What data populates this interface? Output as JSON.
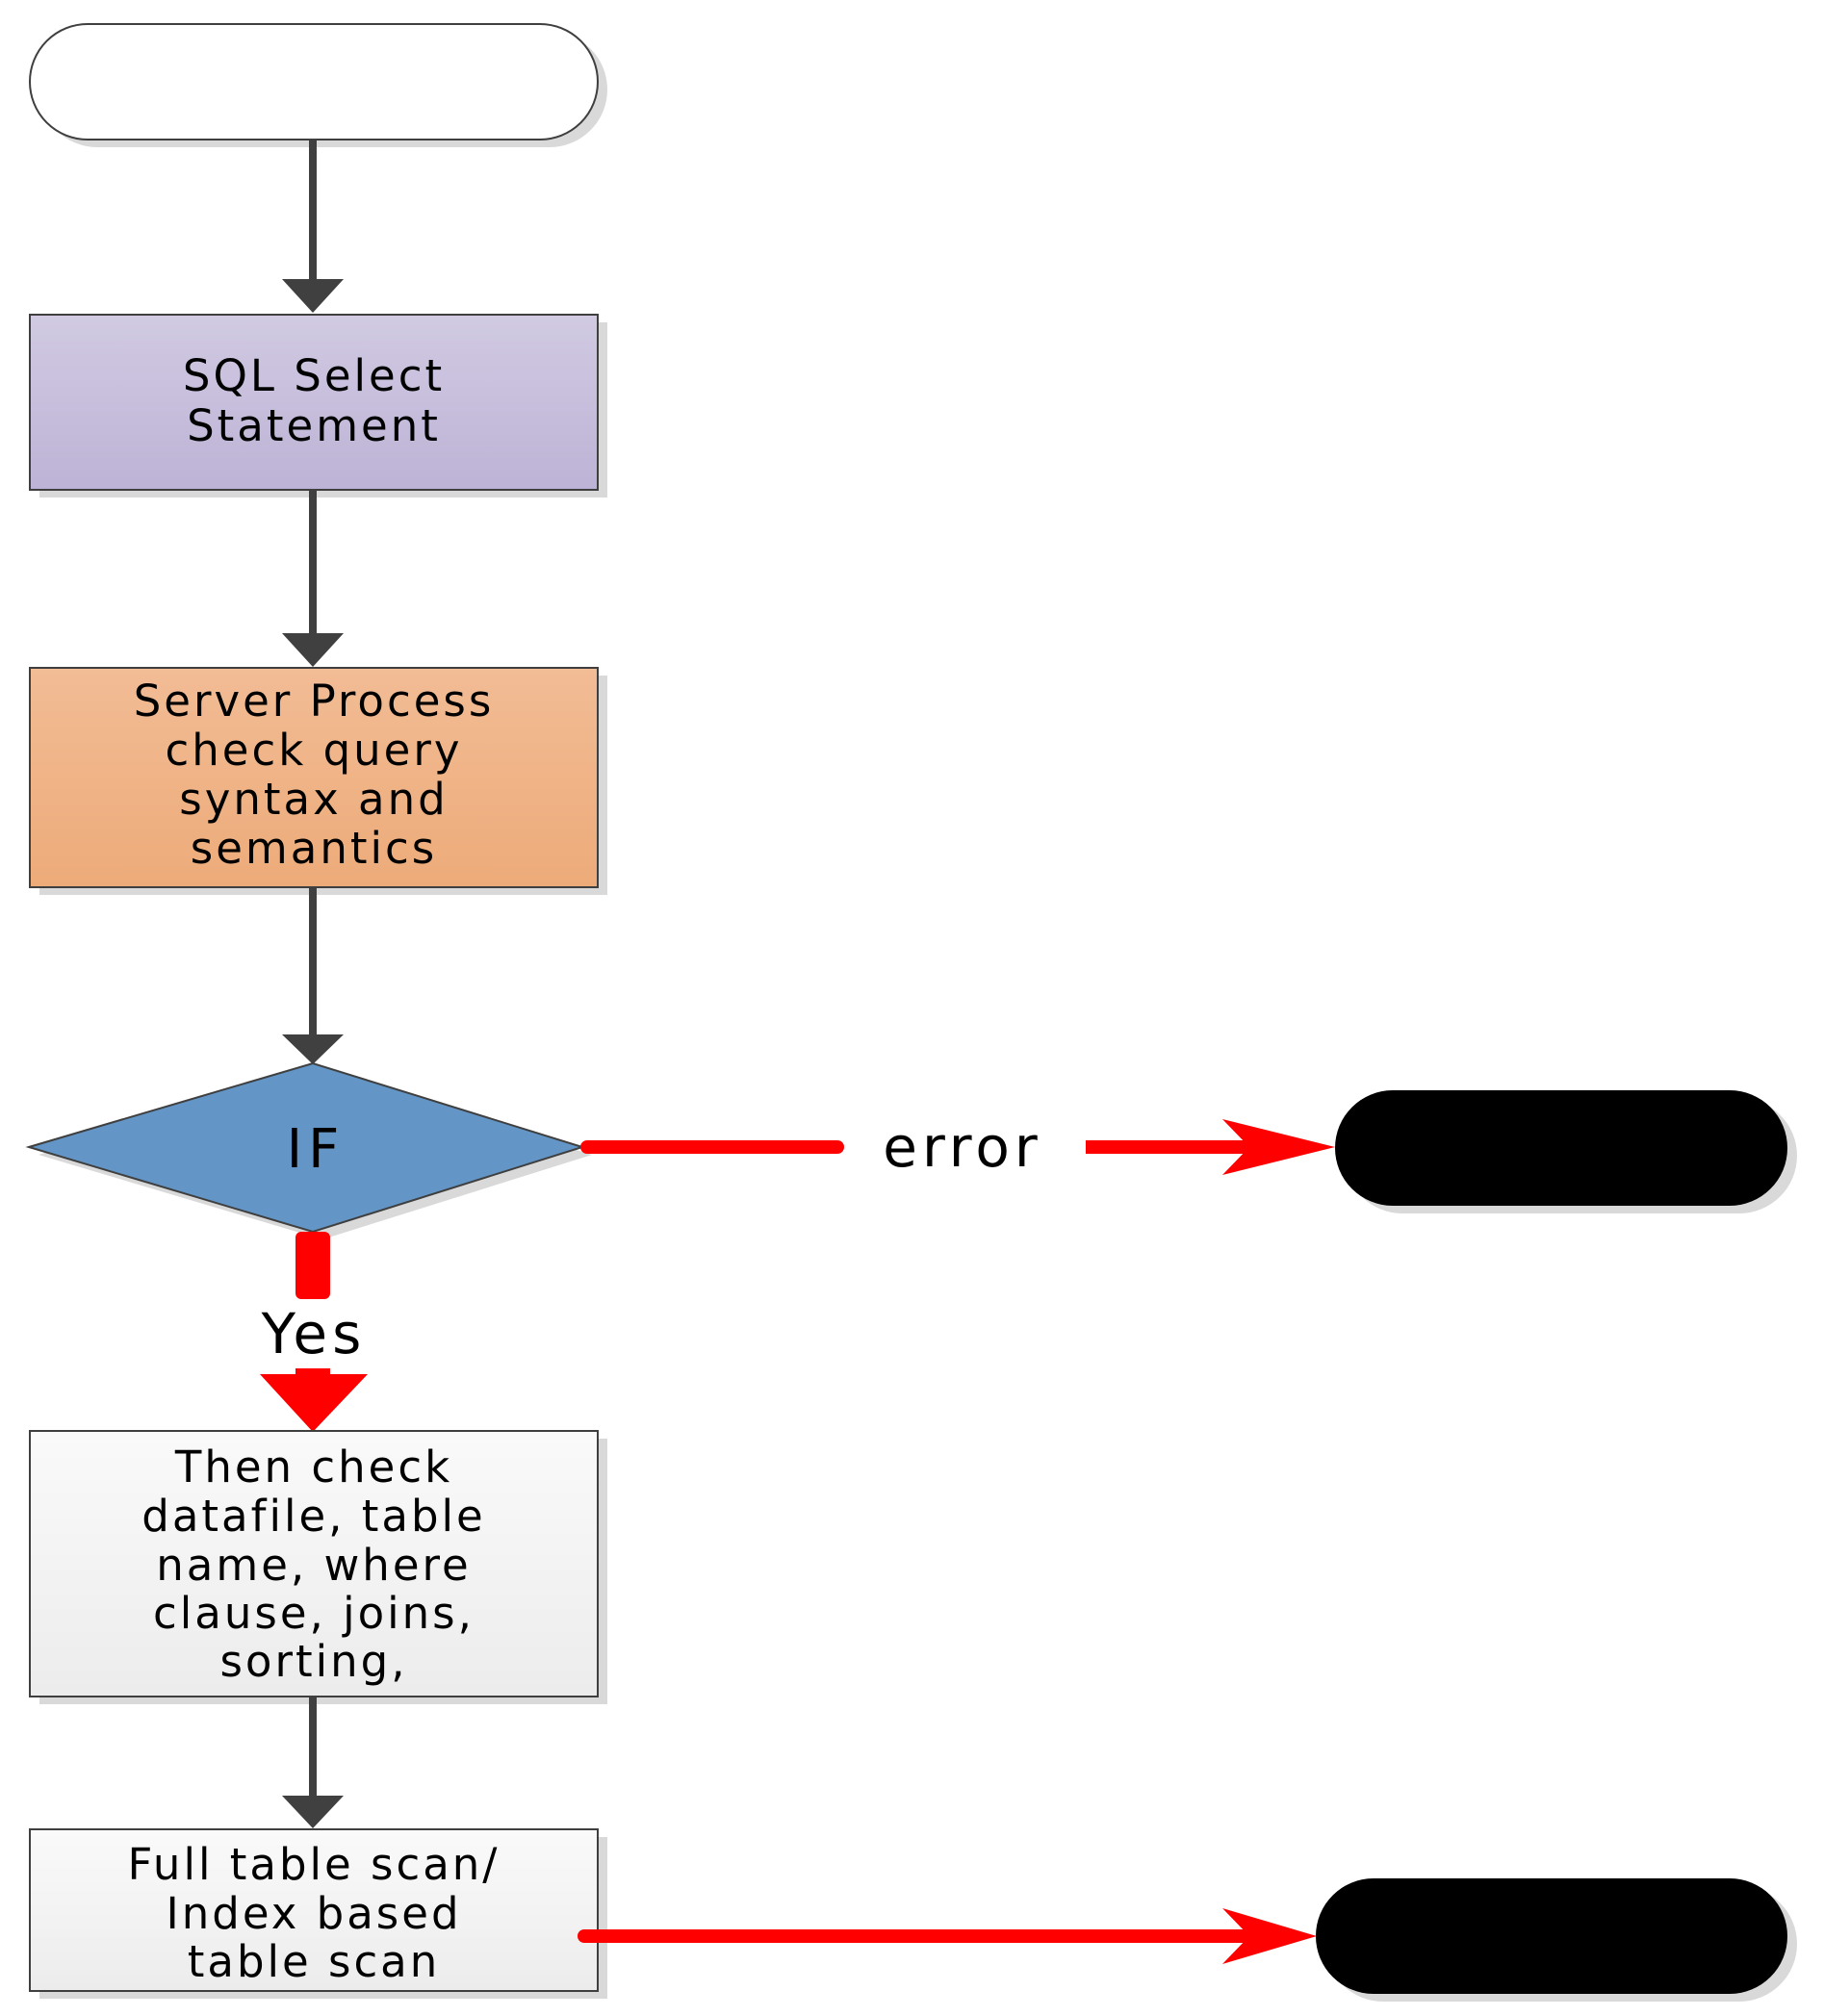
{
  "diagram": {
    "nodes": {
      "start": {
        "shape": "terminator",
        "label": ""
      },
      "sql_select": {
        "shape": "process",
        "lines": [
          "SQL Select",
          "Statement"
        ]
      },
      "server_process": {
        "shape": "process",
        "lines": [
          "Server Process",
          "check query",
          "syntax and",
          "semantics"
        ]
      },
      "decision": {
        "shape": "decision",
        "label": "IF"
      },
      "error_end": {
        "shape": "terminator",
        "label": ""
      },
      "then_check": {
        "shape": "process",
        "lines": [
          "Then check",
          "datafile, table",
          "name, where",
          "clause, joins,",
          "sorting,"
        ]
      },
      "table_scan": {
        "shape": "process",
        "lines": [
          "Full table scan/",
          "Index based",
          "table scan"
        ]
      },
      "final_end": {
        "shape": "terminator",
        "label": ""
      }
    },
    "edges": {
      "error_label": "error",
      "yes_label": "Yes"
    },
    "colors": {
      "process_purple": "#C7BFDC",
      "process_orange": "#EFB387",
      "decision_blue": "#6396C6",
      "process_light": "#F3F3F3",
      "arrow_dark": "#404040",
      "arrow_red": "#FF0000",
      "terminator_black": "#000000"
    }
  }
}
